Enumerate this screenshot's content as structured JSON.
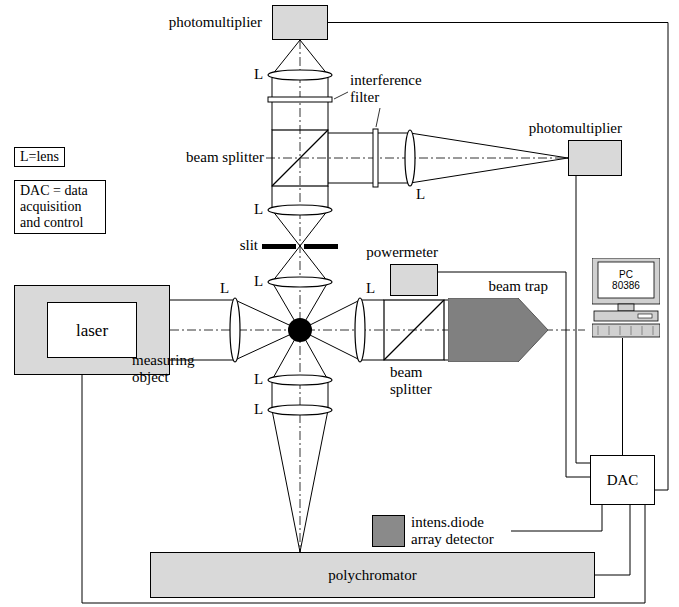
{
  "diagram": {
    "nodes": [
      {
        "text": [
          "photomultiplier"
        ]
      },
      {
        "text": [
          "photomultiplier"
        ]
      },
      {
        "text": [
          "L=lens"
        ]
      },
      {
        "text": [
          "DAC = data acquisition and control"
        ]
      },
      {
        "text": [
          "powermeter"
        ]
      },
      {
        "text": [
          "beam trap"
        ]
      },
      {
        "text": [
          "PC 80386"
        ]
      },
      {
        "text": [
          "laser"
        ]
      },
      {
        "text": [
          "DAC"
        ]
      },
      {
        "text": [
          "intens.diode array detector"
        ]
      },
      {
        "text": [
          "polychromator"
        ]
      }
    ],
    "edges": [
      {
        "from": 0,
        "to": 8,
        "arrow": "none"
      },
      {
        "from": 1,
        "to": 8,
        "arrow": "none"
      },
      {
        "from": 4,
        "to": 8,
        "arrow": "none"
      },
      {
        "from": 6,
        "to": 8,
        "arrow": "none"
      },
      {
        "from": 7,
        "to": 8,
        "arrow": "none"
      },
      {
        "from": 8,
        "to": 9,
        "arrow": "none"
      },
      {
        "from": 8,
        "to": 10,
        "arrow": "none"
      }
    ],
    "labels": [
      "L",
      "interference filter",
      "beam splitter",
      "L",
      "L",
      "slit",
      "L",
      "L",
      "L",
      "measuring object",
      "beam splitter",
      "L",
      "L"
    ]
  }
}
